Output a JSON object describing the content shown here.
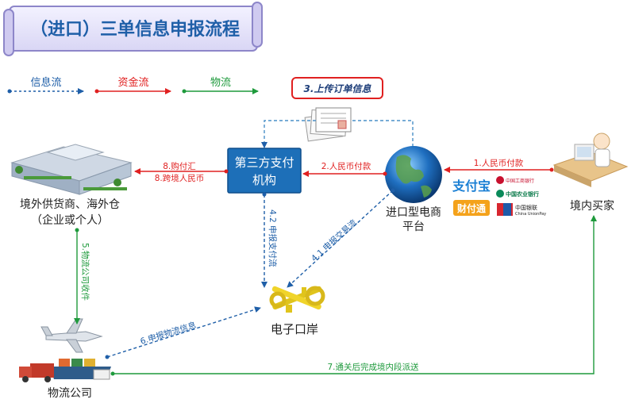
{
  "title": "（进口）三单信息申报流程",
  "legend": {
    "info_flow": "信息流",
    "money_flow": "资金流",
    "logistics_flow": "物流"
  },
  "upload_order": "3.上传订单信息",
  "nodes": {
    "supplier_line1": "境外供货商、海外仓",
    "supplier_line2": "（企业或个人）",
    "payment_line1": "第三方支付",
    "payment_line2": "机构",
    "platform_line1": "进口型电商",
    "platform_line2": "平台",
    "buyer": "境内买家",
    "eport": "电子口岸",
    "logistics": "物流公司"
  },
  "payment_logos": {
    "alipay": "支付宝",
    "tenpay": "财付通",
    "icbc": "中国工商银行",
    "abc": "中国农业银行",
    "unionpay": "中国银联",
    "unionpay_en": "China UnionPay"
  },
  "flows": {
    "f1": "1.人民币付款",
    "f2": "2.人民币付款",
    "f42": "4.2 申报支付流",
    "f41": "4.1 申报交易流",
    "f5": "5.物流公司收件",
    "f6": "6.申报物流信息",
    "f7": "7.通关后完成境内段派送",
    "f8a": "8.购付汇",
    "f8b": "8.跨境人民币"
  },
  "colors": {
    "info": "#1f5fa8",
    "money": "#e02020",
    "logistics": "#1e9a3c",
    "payment_box": "#1d6fb8"
  }
}
